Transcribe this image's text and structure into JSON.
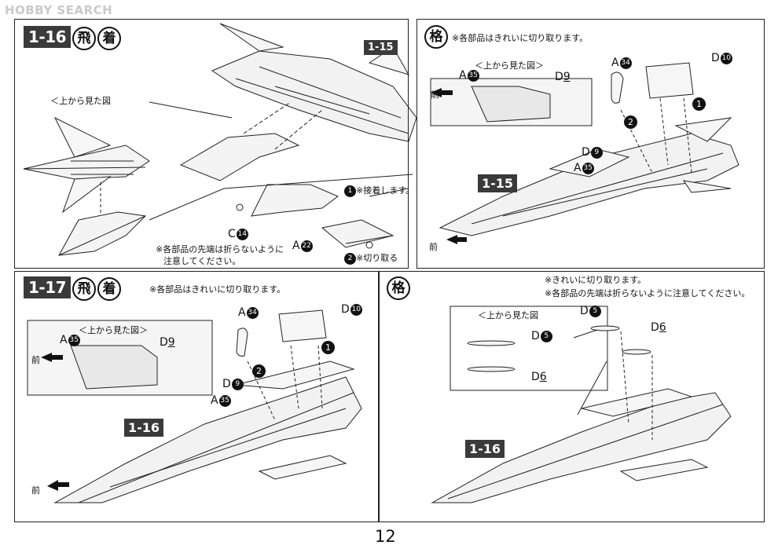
{
  "watermark": "HOBBY SEARCH",
  "page_number": "12",
  "panels": {
    "p1": {
      "step": "1-16",
      "kanji": [
        "飛",
        "着"
      ],
      "inset_title": "＜上から見た図",
      "ref_tag": "1-15",
      "callout1": "1",
      "callout1_text": "※接着します。",
      "callout2": "2",
      "callout2_text": "※切り取る",
      "part_c": "C",
      "part_c_num": "14",
      "part_a": "A",
      "part_a_num": "22",
      "note_line1": "※各部品の先端は折らないように",
      "note_line2": "注意してください。"
    },
    "p2": {
      "kanji": "格",
      "note": "※各部品はきれいに切り取ります。",
      "inset_title": "＜上から見た図＞",
      "front": "前",
      "a35": "A",
      "a35_num": "35",
      "d9": "D",
      "d9_num": "9",
      "a34": "A",
      "a34_num": "34",
      "d10": "D",
      "d10_num": "10",
      "step1": "1",
      "step2": "2",
      "ref_tag": "1-15",
      "d9b": "D",
      "d9b_num": "9",
      "a35b": "A",
      "a35b_num": "35",
      "front2": "前"
    },
    "p3": {
      "step": "1-17",
      "kanji": [
        "飛",
        "着"
      ],
      "note": "※各部品はきれいに切り取ります。",
      "inset_title": "＜上から見た図＞",
      "front": "前",
      "a35": "A",
      "a35_num": "35",
      "d9": "D",
      "d9_num": "9",
      "a34": "A",
      "a34_num": "34",
      "d10": "D",
      "d10_num": "10",
      "step1": "1",
      "step2": "2",
      "d9b": "D",
      "d9b_num": "9",
      "a35b": "A",
      "a35b_num": "35",
      "ref_tag": "1-16",
      "front2": "前"
    },
    "p4": {
      "kanji": "格",
      "note1": "※きれいに切り取ります。",
      "note2": "※各部品の先端は折らないように注意してください。",
      "inset_title": "＜上から見た図",
      "d5": "D",
      "d5_num": "5",
      "d6": "D",
      "d6_num": "6",
      "d5b": "D",
      "d5b_num": "5",
      "d6b": "D",
      "d6b_num": "6",
      "ref_tag": "1-16"
    }
  }
}
